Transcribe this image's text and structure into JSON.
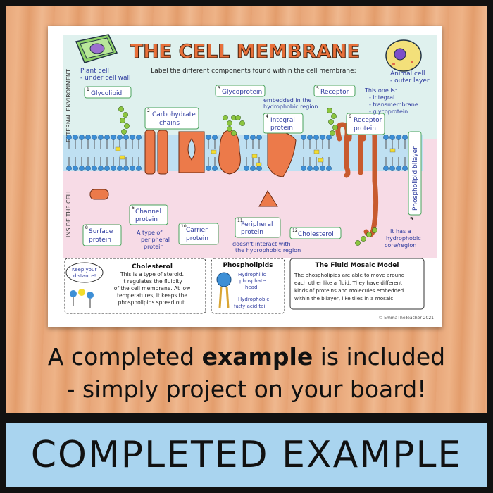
{
  "worksheet": {
    "title": "THE CELL MEMBRANE",
    "instruction": "Label the different components found within the cell membrane:",
    "plant_cell_note": [
      "Plant cell",
      "- under cell wall"
    ],
    "animal_cell_note": [
      "Animal cell",
      "- outer layer"
    ],
    "external_label": "EXTERNAL ENVIRONMENT",
    "inside_label": "INSIDE THE CELL",
    "bilayer_label": "Phospholipid bilayer",
    "bilayer_number": "9",
    "labels": {
      "glycolipid": {
        "num": "1",
        "text": "Glycolipid"
      },
      "carbohydrate": {
        "num": "2",
        "text": [
          "Carbohydrate",
          "chains"
        ]
      },
      "glycoprotein": {
        "num": "3",
        "text": "Glycoprotein"
      },
      "integral": {
        "num": "4",
        "text": [
          "Integral",
          "protein"
        ]
      },
      "receptor": {
        "num": "5",
        "text": "Receptor"
      },
      "receptor_protein": {
        "num": "6",
        "text": [
          "Receptor",
          "protein"
        ]
      },
      "channel": {
        "num": "6",
        "text": [
          "Channel",
          "protein"
        ]
      },
      "surface": {
        "num": "8",
        "text": [
          "Surface",
          "protein"
        ]
      },
      "carrier": {
        "num": "10",
        "text": [
          "Carrier",
          "protein"
        ]
      },
      "peripheral": {
        "num": "11",
        "text": [
          "Peripheral",
          "protein"
        ]
      },
      "cholesterol": {
        "num": "12",
        "text": "Cholesterol"
      }
    },
    "notes": {
      "embedded": [
        "embedded in the",
        "hydrophobic region"
      ],
      "receptor_is": [
        "This one is:",
        "- integral",
        "- transmembrane",
        "- glycoprotein"
      ],
      "peripheral_type": [
        "A type of",
        "peripheral",
        "protein"
      ],
      "no_interact": [
        "doesn't interact with",
        "the hydrophobic region"
      ],
      "hydrophobic_core": [
        "It has a",
        "hydrophobic",
        "core/region"
      ]
    },
    "cholesterol_box": {
      "bubble": [
        "Keep your",
        "distance!"
      ],
      "heading": "Cholesterol",
      "lines": [
        "This is a type of steroid.",
        "It regulates the fluidity",
        "of the cell membrane. At low",
        "temperatures, it keeps the",
        "phospholipids spread out."
      ]
    },
    "phospholipid_box": {
      "heading": "Phospholipids",
      "head_label": [
        "Hydrophilic",
        "phosphate",
        "head"
      ],
      "tail_label": [
        "Hydrophobic",
        "fatty acid tail"
      ]
    },
    "mosaic_box": {
      "heading": "The Fluid Mosaic Model",
      "lines": [
        "The phospholipids are able to move around",
        "each other like a fluid. They have different",
        "kinds of proteins and molecules embedded",
        "within the bilayer, like tiles in a mosaic."
      ]
    },
    "copyright": "© EmmaTheTeacher 2021"
  },
  "caption": {
    "line1_before": "A completed ",
    "line1_bold": "example",
    "line1_after": " is included",
    "line2": "- simply project on your board!"
  },
  "banner": "COMPLETED EXAMPLE",
  "colors": {
    "title": "#e8703a",
    "membrane_head": "#3d8fd6",
    "protein": "#ec7a4a",
    "cholesterol": "#f2dc2e",
    "carbohydrate": "#8cc63f",
    "external_bg": "#dff1ee",
    "internal_bg": "#f7dbe6",
    "label_border": "#4aa35c",
    "note_ink": "#2d3a9e",
    "banner_bg": "#a9d4ef"
  }
}
